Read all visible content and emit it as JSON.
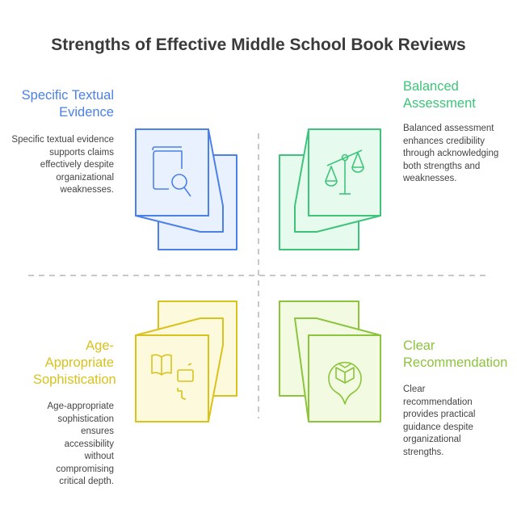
{
  "title": "Strengths of Effective Middle School Book Reviews",
  "quadrants": [
    {
      "heading": "Specific Textual Evidence",
      "description": "Specific textual evidence supports claims effectively despite organizational weaknesses.",
      "color": "#4a80e8",
      "fill": "#eaf1fe",
      "icon": "book-search-icon"
    },
    {
      "heading": "Balanced Assessment",
      "description": "Balanced assessment enhances credibility through acknowledging both strengths and weaknesses.",
      "color": "#3ec47a",
      "fill": "#e6fbee",
      "icon": "scales-icon"
    },
    {
      "heading": "Age-Appropriate Sophistication",
      "description": "Age-appropriate sophistication ensures accessibility without compromising critical depth.",
      "color": "#d9c21c",
      "fill": "#fdf9dc",
      "icon": "book-reader-icon"
    },
    {
      "heading": "Clear Recommendation",
      "description": "Clear recommendation provides practical guidance despite organizational strengths.",
      "color": "#8cc43c",
      "fill": "#f2fbe2",
      "icon": "recommended-book-pin-icon"
    }
  ]
}
